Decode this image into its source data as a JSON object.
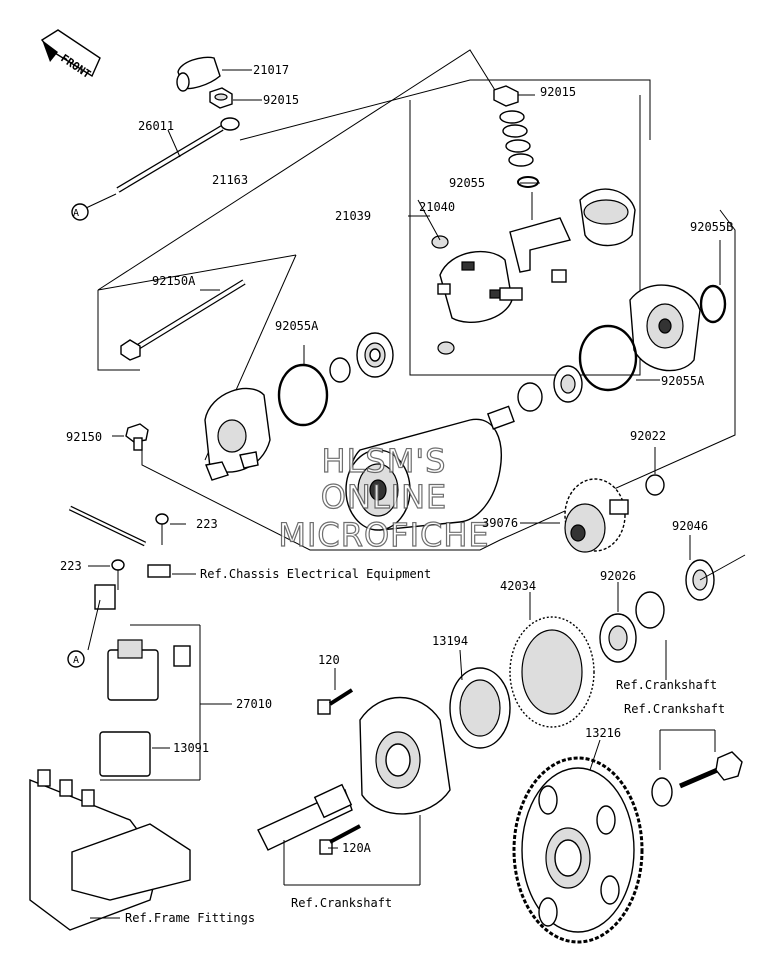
{
  "diagram": {
    "front_label": "FRONT",
    "watermark": [
      "HLSM'S",
      "ONLINE",
      "MICROFICHE"
    ],
    "part_numbers": {
      "p21017": "21017",
      "p92015a": "92015",
      "p26011": "26011",
      "p21163": "21163",
      "p92015b": "92015",
      "p92055": "92055",
      "p21040": "21040",
      "p21039": "21039",
      "p92055B": "92055B",
      "p92150A": "92150A",
      "p92055A_left": "92055A",
      "p92055A_right": "92055A",
      "p92150": "92150",
      "p92022": "92022",
      "p39076": "39076",
      "p92046": "92046",
      "p223a": "223",
      "p223b": "223",
      "p42034": "42034",
      "p92026": "92026",
      "p13194": "13194",
      "p120": "120",
      "p27010": "27010",
      "p13091": "13091",
      "p13216": "13216",
      "p120A": "120A"
    },
    "references": {
      "chassis": "Ref.Chassis Electrical Equipment",
      "crank1": "Ref.Crankshaft",
      "crank2": "Ref.Crankshaft",
      "crank3": "Ref.Crankshaft",
      "frame": "Ref.Frame Fittings"
    },
    "connector_labels": {
      "a_top": "A",
      "a_bottom": "A"
    }
  }
}
